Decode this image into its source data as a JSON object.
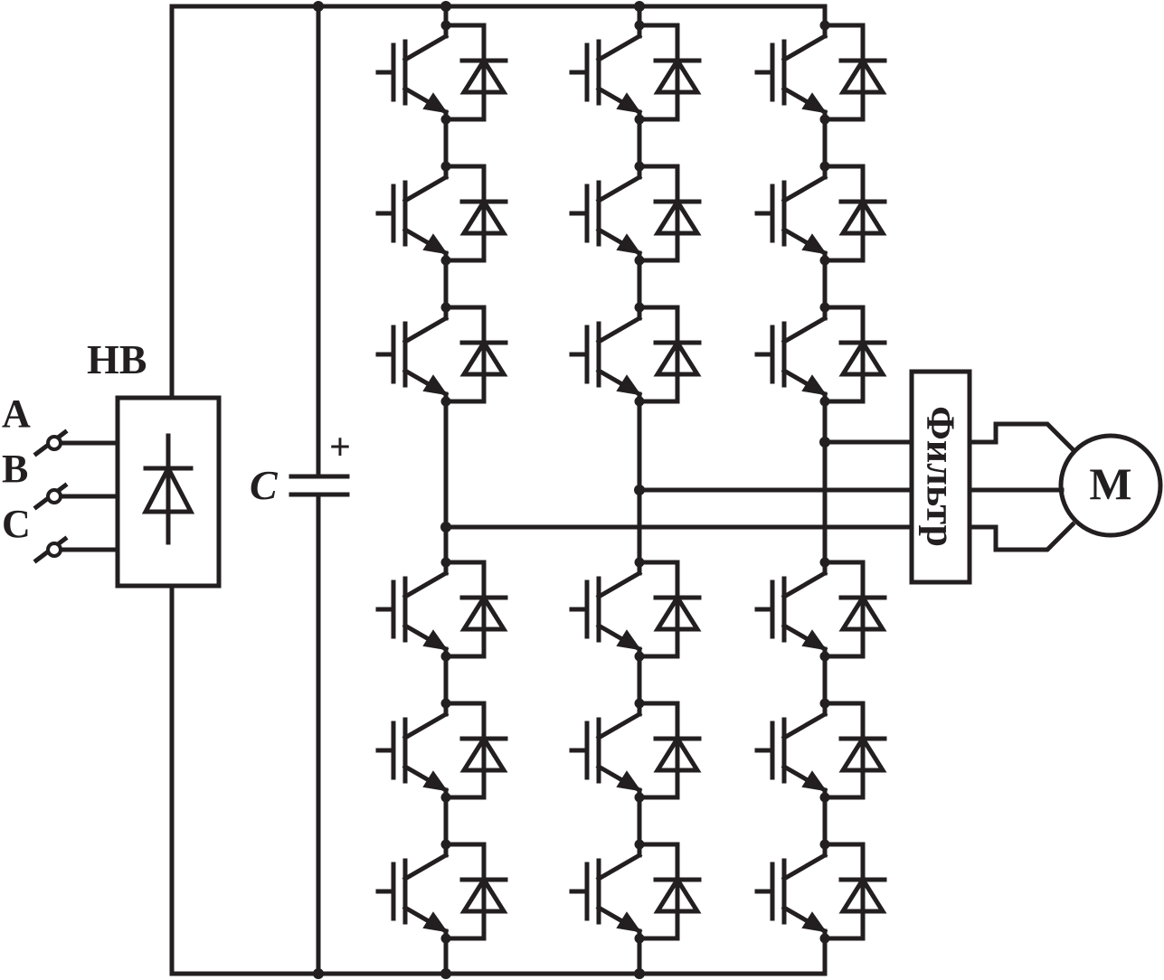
{
  "diagram": {
    "colors": {
      "line": "#231f20",
      "background": "#ffffff"
    },
    "inputs": {
      "phase_a": "A",
      "phase_b": "B",
      "phase_c": "C"
    },
    "rectifier": {
      "label": "НВ"
    },
    "capacitor": {
      "label": "C",
      "polarity": "+"
    },
    "filter": {
      "label": "Фильтр"
    },
    "motor": {
      "label": "M"
    },
    "inverter": {
      "legs": 3,
      "switches_per_leg": 6,
      "upper_switches_per_leg": 3,
      "lower_switches_per_leg": 3,
      "switch_symbol": "igbt-with-antiparallel-diode"
    }
  }
}
